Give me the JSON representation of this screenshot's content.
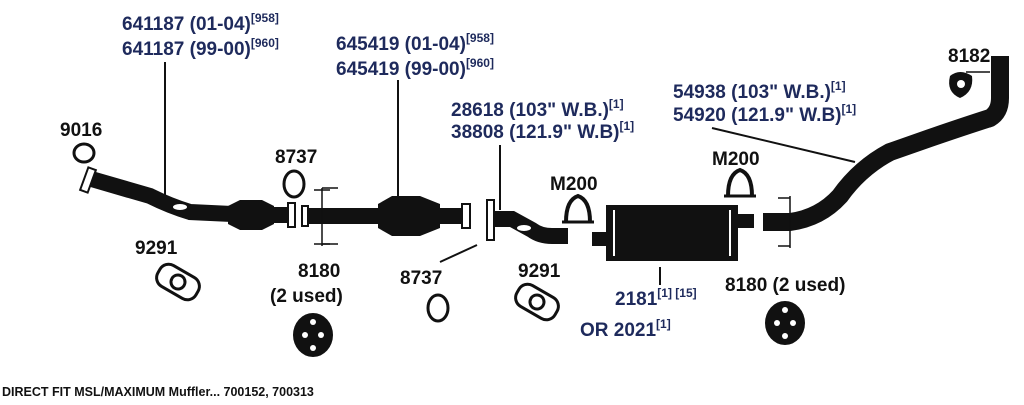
{
  "labels": {
    "front_pipe_1": {
      "text": "641187 (01-04)",
      "sup": "[958]"
    },
    "front_pipe_2": {
      "text": "641187 (99-00)",
      "sup": "[960]"
    },
    "converter_1": {
      "text": "645419 (01-04)",
      "sup": "[958]"
    },
    "converter_2": {
      "text": "645419 (99-00)",
      "sup": "[960]"
    },
    "intermediate_1": {
      "text": "28618 (103\" W.B.)",
      "sup": "[1]"
    },
    "intermediate_2": {
      "text": "38808 (121.9\" W.B)",
      "sup": "[1]"
    },
    "tailpipe_1": {
      "text": "54938 (103\" W.B.)",
      "sup": "[1]"
    },
    "tailpipe_2": {
      "text": "54920 (121.9\" W.B)",
      "sup": "[1]"
    },
    "hanger_8182": "8182",
    "gasket_9016": "9016",
    "gasket_8737_top": "8737",
    "gasket_8737_bottom": "8737",
    "clamp_m200_left": "M200",
    "clamp_m200_right": "M200",
    "gasket_9291_left": "9291",
    "gasket_9291_right": "9291",
    "hanger_8180_left": "8180",
    "hanger_8180_left_qty": "(2 used)",
    "hanger_8180_right": "8180 (2 used)",
    "muffler_1": {
      "text": "2181",
      "sup": "[1] [15]"
    },
    "muffler_2": {
      "text": "OR 2021",
      "sup": "[1]"
    }
  },
  "footer": "DIRECT FIT MSL/MAXIMUM Muffler... 700152, 700313",
  "colors": {
    "label_blue": "#1e2a5c",
    "part_black": "#111111"
  }
}
